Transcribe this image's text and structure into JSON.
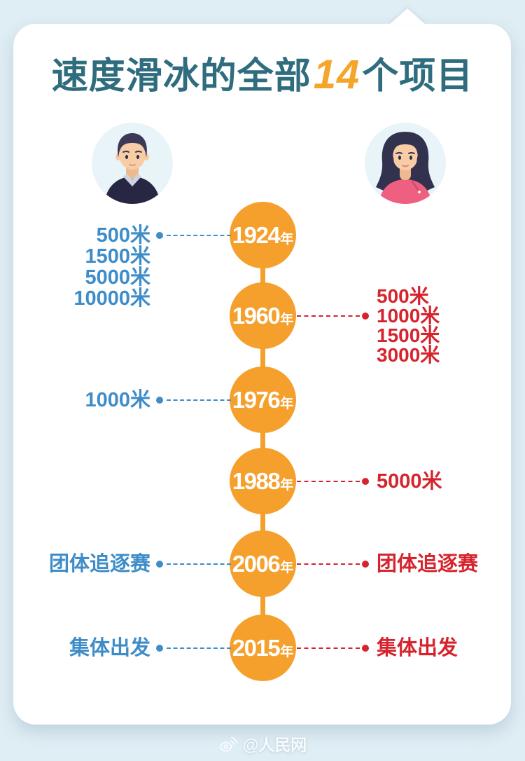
{
  "title": {
    "prefix": "速度滑冰的全部",
    "highlight": "14",
    "suffix": "个项目"
  },
  "colors": {
    "background": "#dfedf4",
    "card": "#ffffff",
    "timeline_orange": "#f5a02c",
    "title_teal": "#2e6c7e",
    "highlight_orange": "#f6a52b",
    "men_blue": "#3e8cc8",
    "women_red": "#d5242d"
  },
  "avatars": {
    "men_icon": "male-avatar",
    "women_icon": "female-avatar"
  },
  "timeline": [
    {
      "year": "1924",
      "suffix": "年",
      "men": [
        "500米",
        "1500米",
        "5000米",
        "10000米"
      ],
      "women": []
    },
    {
      "year": "1960",
      "suffix": "年",
      "men": [],
      "women": [
        "500米",
        "1000米",
        "1500米",
        "3000米"
      ]
    },
    {
      "year": "1976",
      "suffix": "年",
      "men": [
        "1000米"
      ],
      "women": []
    },
    {
      "year": "1988",
      "suffix": "年",
      "men": [],
      "women": [
        "5000米"
      ]
    },
    {
      "year": "2006",
      "suffix": "年",
      "men": [
        "团体追逐赛"
      ],
      "women": [
        "团体追逐赛"
      ]
    },
    {
      "year": "2015",
      "suffix": "年",
      "men": [
        "集体出发"
      ],
      "women": [
        "集体出发"
      ]
    }
  ],
  "footer": {
    "watermark": "@人民网",
    "icon": "weibo-icon"
  }
}
